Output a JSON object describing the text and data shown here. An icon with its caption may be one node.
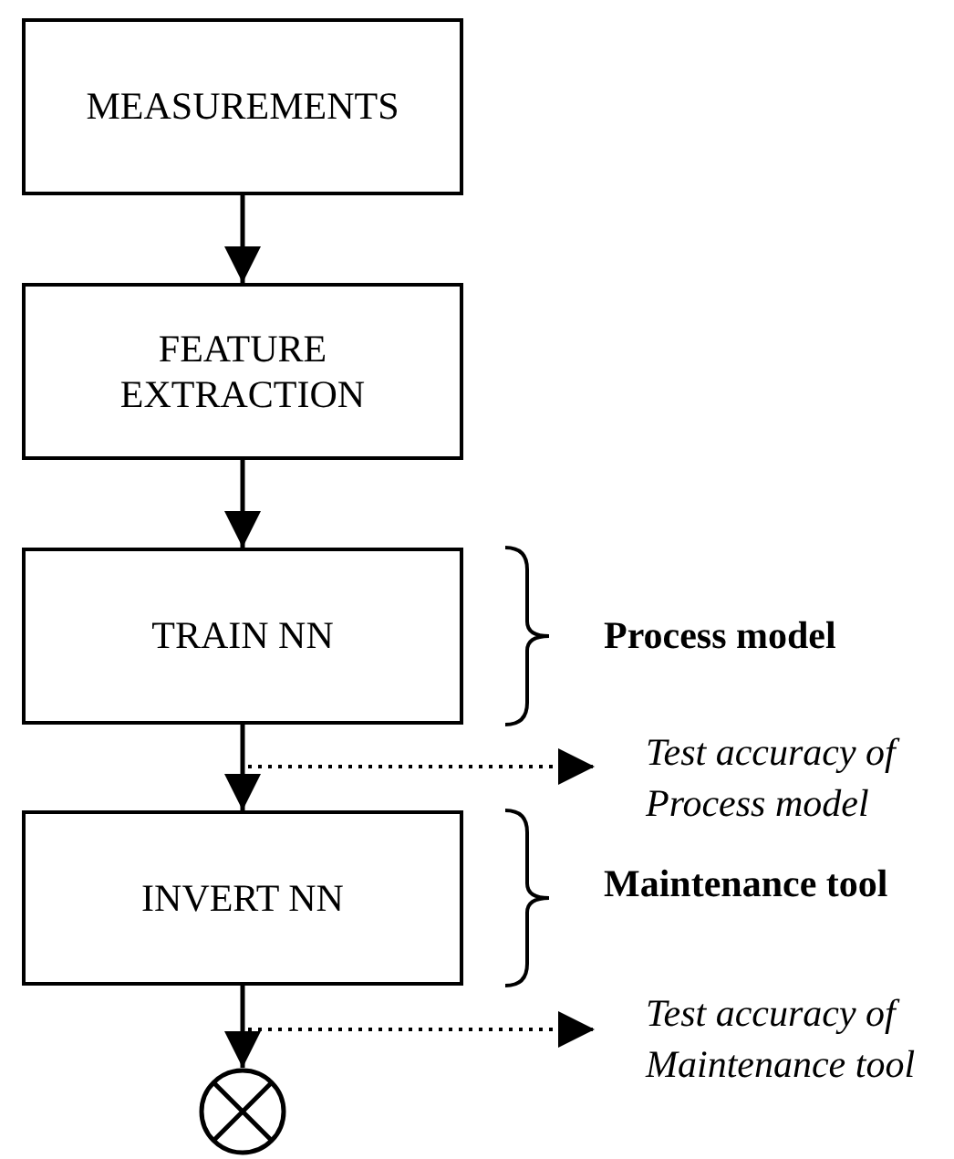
{
  "diagram": {
    "nodes": [
      {
        "text": [
          "MEASUREMENTS"
        ]
      },
      {
        "text": [
          "FEATURE EXTRACTION"
        ]
      },
      {
        "text": [
          "TRAIN NN"
        ]
      },
      {
        "text": [
          "Test accuracy of Process model"
        ]
      },
      {
        "text": [
          "INVERT NN"
        ]
      },
      {
        "text": [
          "Test accuracy of Maintenance tool"
        ]
      },
      {
        "text": [],
        "shape": "circle"
      }
    ],
    "edges": [
      {
        "from": 0,
        "to": 1,
        "arrow": "to"
      },
      {
        "from": 1,
        "to": 2,
        "arrow": "to"
      },
      {
        "from": 2,
        "to": 4,
        "arrow": "to"
      },
      {
        "from": 4,
        "to": 6,
        "arrow": "to"
      },
      {
        "from": null,
        "to": 3,
        "arrow": "to",
        "style": "dashed"
      },
      {
        "from": null,
        "to": 5,
        "arrow": "to",
        "style": "dashed"
      }
    ],
    "labels": [
      "Process model",
      "Maintenance tool"
    ]
  }
}
